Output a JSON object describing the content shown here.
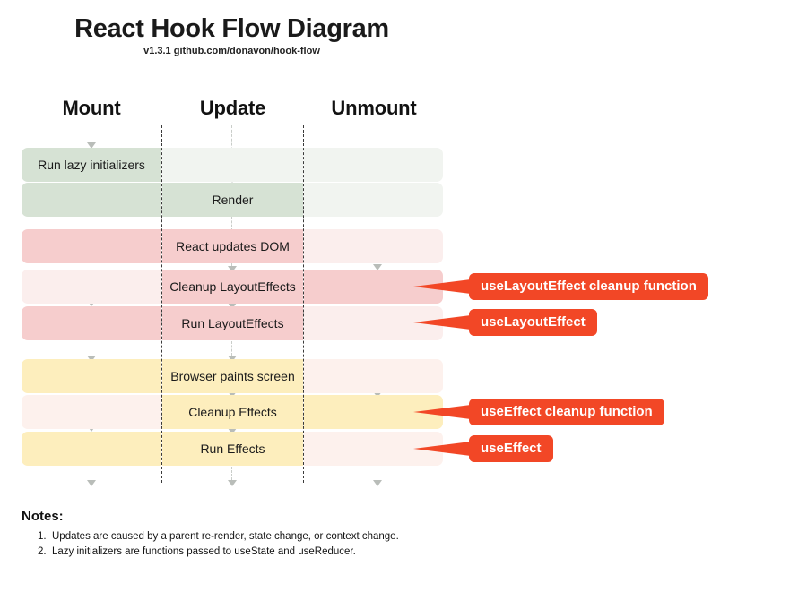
{
  "header": {
    "title": "React Hook Flow Diagram",
    "subtitle": "v1.3.1 github.com/donavon/hook-flow"
  },
  "columns": [
    {
      "id": "mount",
      "label": "Mount"
    },
    {
      "id": "update",
      "label": "Update"
    },
    {
      "id": "unmount",
      "label": "Unmount"
    }
  ],
  "phases": [
    {
      "name": "render",
      "color_on": "#d6e2d4",
      "color_off": "#f1f4f0"
    },
    {
      "name": "layout",
      "color_on": "#f6cdcd",
      "color_off": "#fbeeed"
    },
    {
      "name": "effect",
      "color_on": "#fdeebd",
      "color_off": "#fdf1ed"
    }
  ],
  "rows": [
    {
      "label": "Run lazy initializers",
      "label_column": "mount",
      "phase": "render",
      "active": [
        "mount"
      ]
    },
    {
      "label": "Render",
      "label_column": "update",
      "phase": "render",
      "active": [
        "mount",
        "update"
      ]
    },
    {
      "label": "React updates DOM",
      "label_column": "update",
      "phase": "layout",
      "active": [
        "mount",
        "update"
      ]
    },
    {
      "label": "Cleanup LayoutEffects",
      "label_column": "update",
      "phase": "layout",
      "active": [
        "update",
        "unmount"
      ]
    },
    {
      "label": "Run LayoutEffects",
      "label_column": "update",
      "phase": "layout",
      "active": [
        "mount",
        "update"
      ]
    },
    {
      "label": "Browser paints screen",
      "label_column": "update",
      "phase": "effect",
      "active": [
        "mount",
        "update"
      ]
    },
    {
      "label": "Cleanup Effects",
      "label_column": "update",
      "phase": "effect",
      "active": [
        "update",
        "unmount"
      ]
    },
    {
      "label": "Run Effects",
      "label_column": "update",
      "phase": "effect",
      "active": [
        "mount",
        "update"
      ]
    }
  ],
  "callouts": [
    {
      "label": "useLayoutEffect cleanup function",
      "target_row": "Cleanup LayoutEffects"
    },
    {
      "label": "useLayoutEffect",
      "target_row": "Run LayoutEffects"
    },
    {
      "label": "useEffect cleanup function",
      "target_row": "Cleanup Effects"
    },
    {
      "label": "useEffect",
      "target_row": "Run Effects"
    }
  ],
  "callout_color": "#f24726",
  "notes": {
    "heading": "Notes:",
    "items": [
      {
        "num": "1.",
        "text": "Updates are caused by a parent re-render, state change, or context change."
      },
      {
        "num": "2.",
        "text": "Lazy initializers are functions passed to useState and useReducer."
      }
    ]
  }
}
